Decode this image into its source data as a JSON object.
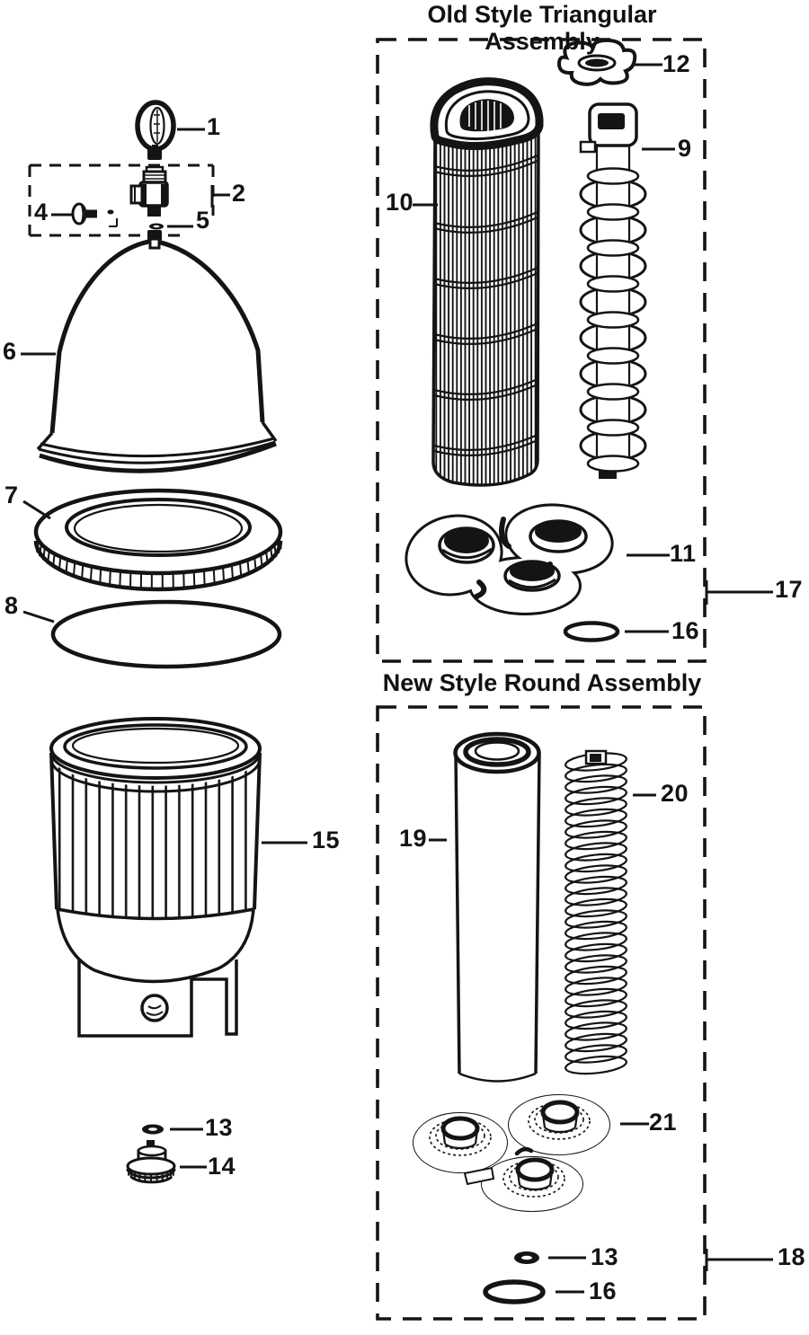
{
  "page": {
    "background": "#ffffff",
    "ink": "#141414"
  },
  "sections": {
    "old_style": {
      "title": "Old Style Triangular Assembly"
    },
    "new_style": {
      "title": "New Style Round Assembly"
    }
  },
  "part_labels": {
    "p1": "1",
    "p2": "2",
    "p4": "4",
    "p5": "5",
    "p6": "6",
    "p7": "7",
    "p8": "8",
    "p9": "9",
    "p10": "10",
    "p11": "11",
    "p12": "12",
    "p13": "13",
    "p14": "14",
    "p15": "15",
    "p16": "16",
    "p17": "17",
    "p18": "18",
    "p19": "19",
    "p20": "20",
    "p21": "21"
  }
}
